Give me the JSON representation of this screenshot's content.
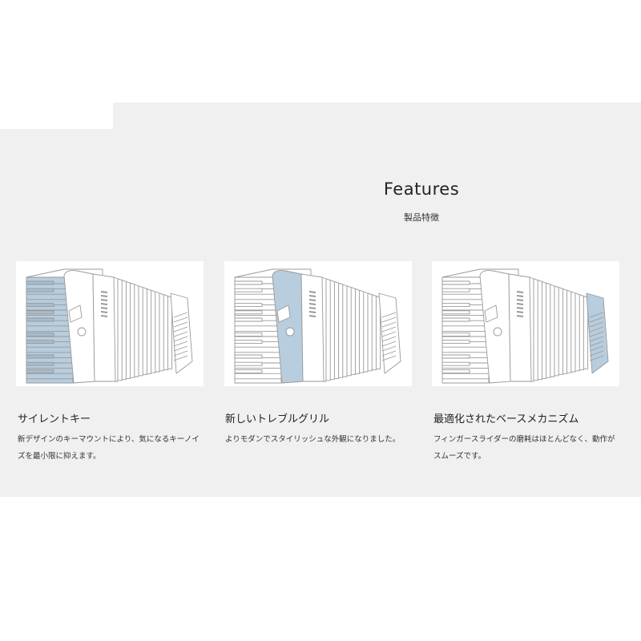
{
  "section": {
    "title": "Features",
    "subtitle": "製品特徴"
  },
  "features": [
    {
      "title": "サイレントキー",
      "description": "新デザインのキーマウントにより、気になるキーノイズを最小限に抑えます。",
      "image_icon": "accordion-keyboard-highlight-icon"
    },
    {
      "title": "新しいトレブルグリル",
      "description": "よりモダンでスタイリッシュな外観になりました。",
      "image_icon": "accordion-grille-highlight-icon"
    },
    {
      "title": "最適化されたベースメカニズム",
      "description": "フィンガースライダーの磨耗はほとんどなく、動作がスムーズです。",
      "image_icon": "accordion-bass-highlight-icon"
    }
  ],
  "colors": {
    "band_background": "#f0f0f0",
    "highlight": "#b8cddd",
    "line_art": "#999999"
  }
}
